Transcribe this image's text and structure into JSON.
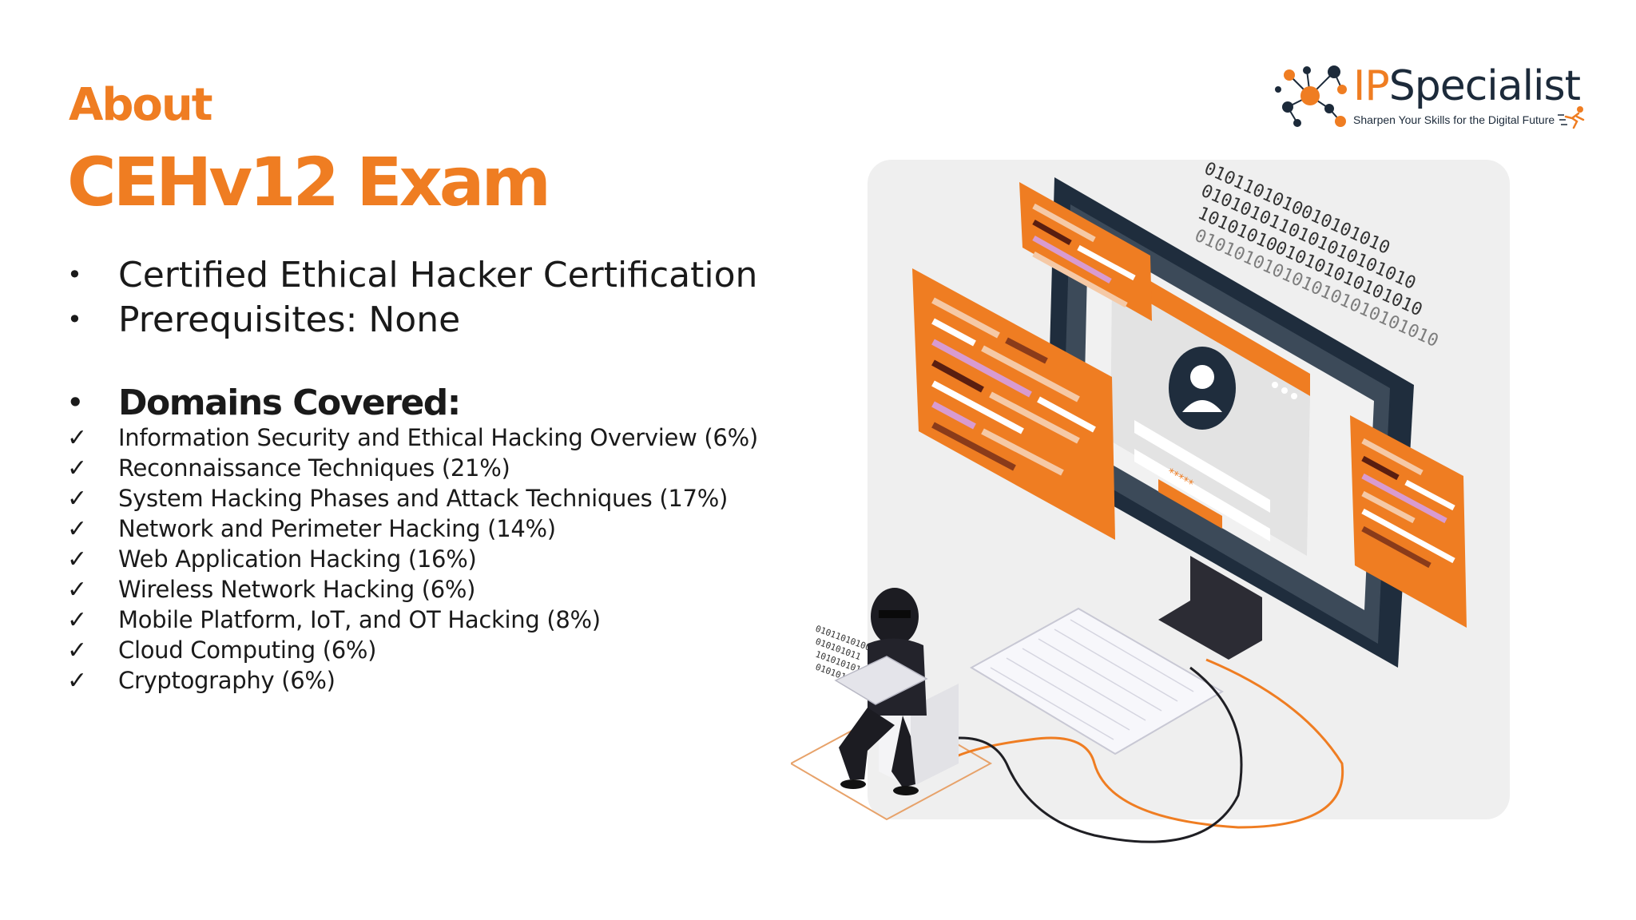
{
  "slide": {
    "heading_small": "About",
    "heading_large": "CEHv12 Exam",
    "bullets": [
      "Certified Ethical Hacker Certification",
      "Prerequisites: None"
    ],
    "domains_heading": "Domains Covered:",
    "bullet_glyph": "•",
    "check_glyph": "✓",
    "domains": [
      "Information Security and Ethical Hacking Overview (6%)",
      "Reconnaissance Techniques (21%)",
      "System Hacking Phases and Attack Techniques (17%)",
      "Network and Perimeter Hacking (14%)",
      "Web Application Hacking (16%)",
      "Wireless Network Hacking (6%)",
      "Mobile Platform, IoT, and OT Hacking (8%)",
      "Cloud Computing (6%)",
      "Cryptography (6%)"
    ]
  },
  "logo": {
    "brand_prefix": "IP",
    "brand_suffix": "Specialist",
    "tagline": "Sharpen Your Skills for the Digital Future"
  },
  "illustration": {
    "binary_lines": [
      "0101101010010101010",
      "0101010110101010101010",
      "10101010010101010101010",
      "0101010101010101010101010"
    ],
    "small_binary": [
      "01011010100",
      "010101011",
      "1010101010",
      "010101"
    ],
    "password_mask": "*****"
  },
  "colors": {
    "accent": "#ef7d22",
    "text": "#1a1a1a",
    "navy": "#1c2a3a"
  }
}
